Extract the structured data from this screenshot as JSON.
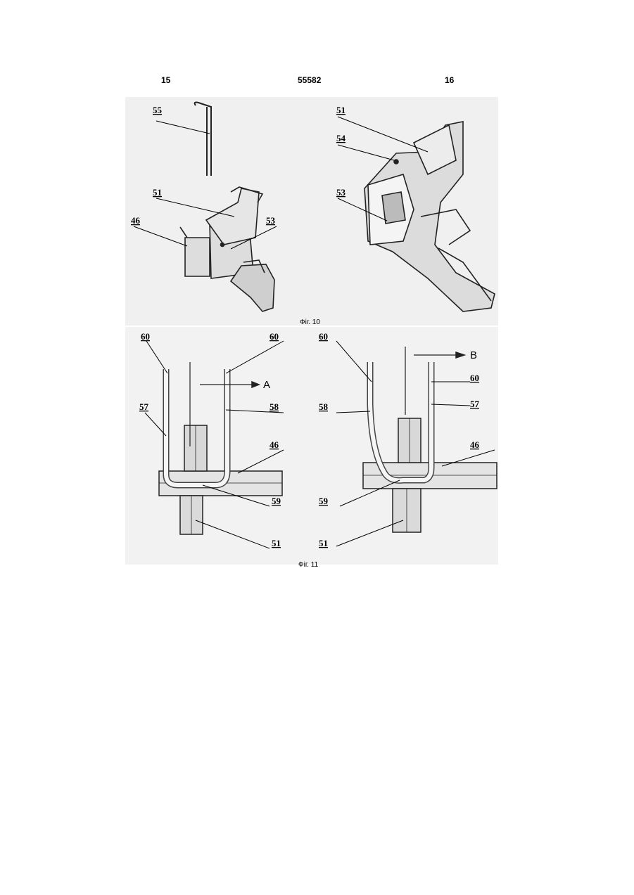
{
  "header": {
    "left_page": "15",
    "patent_number": "55582",
    "right_page": "16"
  },
  "figure10": {
    "caption": "Фіг. 10",
    "left_labels": {
      "rod": "55",
      "bracket": "51",
      "block": "46",
      "socket": "53"
    },
    "right_labels": {
      "bracket": "51",
      "hole": "54",
      "socket": "53"
    }
  },
  "figure11": {
    "caption": "Фіг. 11",
    "left": {
      "l60a": "60",
      "l60b": "60",
      "arrow": "A",
      "l57": "57",
      "l58": "58",
      "l46": "46",
      "l59": "59",
      "l51": "51"
    },
    "right": {
      "l60a": "60",
      "l60b": "60",
      "arrow": "B",
      "l58": "58",
      "l57": "57",
      "l46": "46",
      "l59": "59",
      "l51": "51"
    }
  }
}
